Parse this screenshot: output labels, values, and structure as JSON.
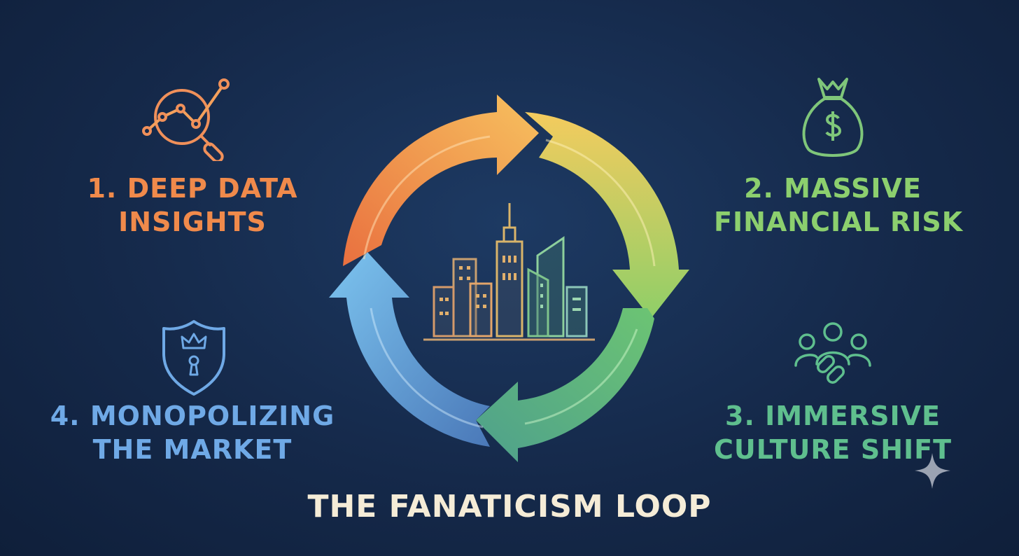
{
  "steps": [
    {
      "id": "s1",
      "line1": "1. DEEP DATA",
      "line2": "INSIGHTS",
      "icon": "data-analysis-icon",
      "color": "#f08a4b"
    },
    {
      "id": "s2",
      "line1": "2. MASSIVE",
      "line2": "FINANCIAL RISK",
      "icon": "money-bag-icon",
      "color": "#8ccf6e"
    },
    {
      "id": "s3",
      "line1": "3. IMMERSIVE",
      "line2": "CULTURE SHIFT",
      "icon": "people-link-icon",
      "color": "#5fbf8e"
    },
    {
      "id": "s4",
      "line1": "4. MONOPOLIZING",
      "line2": "THE MARKET",
      "icon": "shield-crown-icon",
      "color": "#6fa9e6"
    }
  ],
  "title": "THE FANATICISM LOOP",
  "center_icon": "city-skyline-icon",
  "colors": {
    "background": "#15294a",
    "title": "#f5ecd7"
  }
}
